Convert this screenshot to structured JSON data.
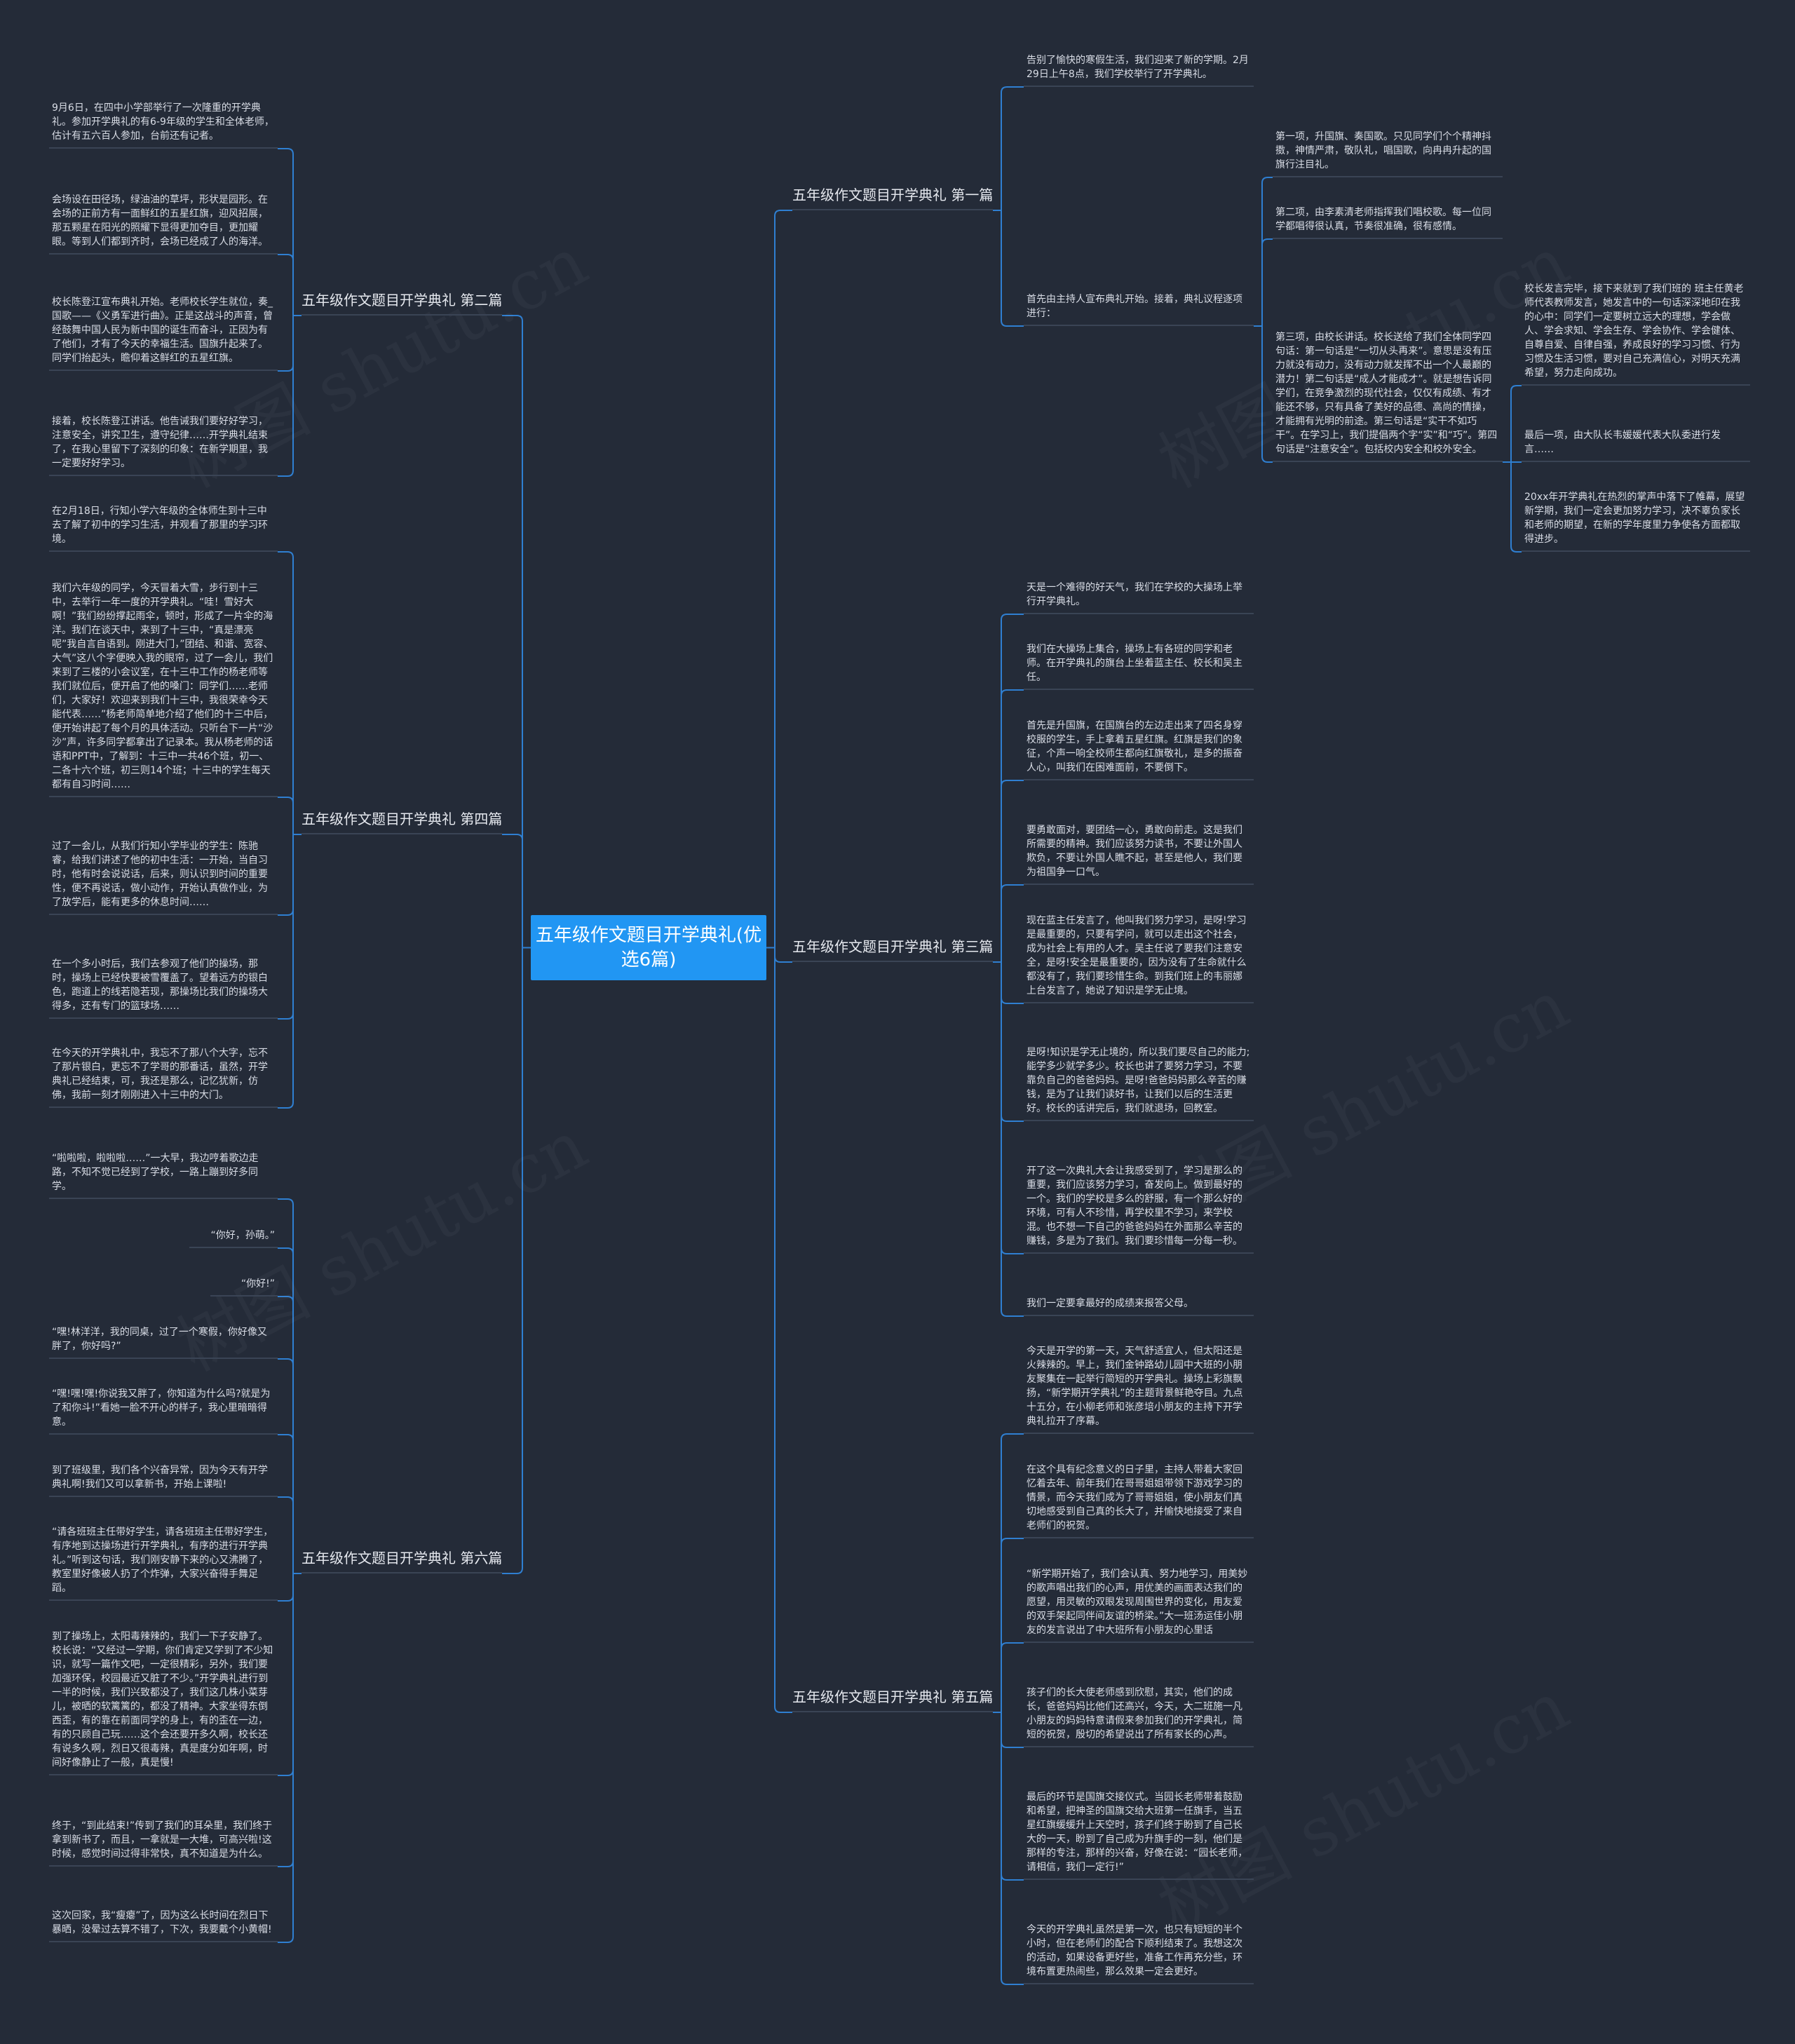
{
  "root": {
    "title": "五年级作文题目开学典礼(优选6篇)"
  },
  "branches": {
    "b1": {
      "title": "五年级作文题目开学典礼 第一篇"
    },
    "b2": {
      "title": "五年级作文题目开学典礼 第二篇"
    },
    "b3": {
      "title": "五年级作文题目开学典礼 第三篇"
    },
    "b4": {
      "title": "五年级作文题目开学典礼 第四篇"
    },
    "b5": {
      "title": "五年级作文题目开学典礼 第五篇"
    },
    "b6": {
      "title": "五年级作文题目开学典礼 第六篇"
    }
  },
  "leaves": {
    "b1_l1": "告别了愉快的寒假生活，我们迎来了新的学期。2月29日上午8点，我们学校举行了开学典礼。",
    "b1_l2": "首先由主持人宣布典礼开始。接着，典礼议程逐项进行：",
    "b1_l2_s1": "第一项，升国旗、奏国歌。只见同学们个个精神抖擞，神情严肃，敬队礼，唱国歌，向冉冉升起的国旗行注目礼。",
    "b1_l2_s2": "第二项，由李素清老师指挥我们唱校歌。每一位同学都唱得很认真，节奏很准确，很有感情。",
    "b1_l2_s3": "第三项，由校长讲话。校长送给了我们全体同学四句话：第一句话是“一切从头再来”。意思是没有压力就没有动力，没有动力就发挥不出一个人最巅的潜力！第二句话是“成人才能成才”。就是想告诉同学们，在竞争激烈的现代社会，仅仅有成绩、有才能还不够，只有具备了美好的品德、高尚的情操，才能拥有光明的前途。第三句话是“实干不如巧干”。在学习上，我们提倡两个字“实”和“巧”。第四句话是“注意安全”。包括校内安全和校外安全。",
    "b1_l3_s1": "校长发言完毕，接下来就到了我们班的 班主任黄老师代表教师发言，她发言中的一句话深深地印在我的心中：同学们一定要树立远大的理想，学会做人、学会求知、学会生存、学会协作、学会健体、自尊自爱、自律自强，养成良好的学习习惯、行为习惯及生活习惯，要对自己充满信心，对明天充满希望，努力走向成功。",
    "b1_l3_s2": "最后一项，由大队长韦媛媛代表大队委进行发言……",
    "b1_l3_s3": "20xx年开学典礼在热烈的掌声中落下了帷幕，展望新学期，我们一定会更加努力学习，决不辜负家长和老师的期望，在新的学年度里力争使各方面都取得进步。",
    "b2_l1": "9月6日，在四中小学部举行了一次隆重的开学典礼。参加开学典礼的有6-9年级的学生和全体老师，估计有五六百人参加，台前还有记者。",
    "b2_l2": "会场设在田径场，绿油油的草坪，形状是园形。在会场的正前方有一面鲜红的五星红旗，迎风招展，那五颗星在阳光的照耀下显得更加夺目，更加耀眼。等到人们都到齐时，会场已经成了人的海洋。",
    "b2_l3": "校长陈登江宣布典礼开始。老师校长学生就位，奏_国歌——《义勇军进行曲》。正是这战斗的声音，曾经鼓舞中国人民为新中国的诞生而奋斗，正因为有了他们，才有了今天的幸福生活。国旗升起来了。同学们抬起头，瞻仰着这鲜红的五星红旗。",
    "b2_l4": "接着，校长陈登江讲话。他告诫我们要好好学习，注意安全，讲究卫生，遵守纪律……开学典礼结束了，在我心里留下了深刻的印象：在新学期里，我一定要好好学习。",
    "b3_l1": "天是一个难得的好天气，我们在学校的大操场上举行开学典礼。",
    "b3_l2": "我们在大操场上集合，操场上有各班的同学和老师。在开学典礼的旗台上坐着蓝主任、校长和吴主任。",
    "b3_l3": "首先是升国旗，在国旗台的左边走出来了四名身穿校服的学生，手上拿着五星红旗。红旗是我们的象征，个声一响全校师生都向红旗敬礼，是多的振奋人心，叫我们在困难面前，不要倒下。",
    "b3_l4": "要勇敢面对，要团结一心，勇敢向前走。这是我们所需要的精神。我们应该努力读书，不要让外国人欺负，不要让外国人瞧不起，甚至是他人，我们要为祖国争一口气。",
    "b3_l5": "现在蓝主任发言了，他叫我们努力学习，是呀!学习是最重要的，只要有学问，就可以走出这个社会，成为社会上有用的人才。吴主任说了要我们注意安全，是呀!安全是最重要的，因为没有了生命就什么都没有了，我们要珍惜生命。到我们班上的韦丽娜上台发言了，她说了知识是学无止境。",
    "b3_l6": "是呀!知识是学无止境的，所以我们要尽自己的能力;能学多少就学多少。校长也讲了要努力学习，不要靠负自己的爸爸妈妈。是呀!爸爸妈妈那么辛苦的赚钱，是为了让我们读好书，让我们以后的生活更好。校长的话讲完后，我们就退场，回教室。",
    "b3_l7": "开了这一次典礼大会让我感受到了，学习是那么的重要，我们应该努力学习，奋发向上。做到最好的一个。我们的学校是多么的舒服，有一个那么好的环境，可有人不珍惜，再学校里不学习，来学校混。也不想一下自己的爸爸妈妈在外面那么辛苦的赚钱，多是为了我们。我们要珍惜每一分每一秒。",
    "b3_l8": "我们一定要拿最好的成绩来报答父母。",
    "b4_l1": "在2月18日，行知小学六年级的全体师生到十三中去了解了初中的学习生活，并观看了那里的学习环境。",
    "b4_l2": "我们六年级的同学，今天冒着大雪，步行到十三中，去举行一年一度的开学典礼。“哇！雪好大啊！”我们纷纷撑起雨伞，顿时，形成了一片伞的海洋。我们在谈天中，来到了十三中，“真是漂亮呢”我自言自语到。刚进大门，”团结、和谐、宽容、大气”这八个字便映入我的眼帘，过了一会儿，我们来到了三楼的小会议室，在十三中工作的杨老师等我们就位后，便开启了他的嗓门：同学们……老师们，大家好！欢迎来到我们十三中，我很荣幸今天能代表……”杨老师简单地介绍了他们的十三中后，便开始讲起了每个月的具体活动。只听台下一片“沙沙”声，许多同学都拿出了记录本。我从杨老师的话语和PPT中，了解到：十三中一共46个班，初一、二各十六个班，初三则14个班；十三中的学生每天都有自习时间……",
    "b4_l3": "过了一会儿，从我们行知小学毕业的学生：陈驰睿，给我们讲述了他的初中生活：一开始，当自习时，他有时会说说话，后来，则认识到时间的重要性，便不再说话，做小动作，开始认真做作业，为了放学后，能有更多的休息时间……",
    "b4_l4": "在一个多小时后，我们去参观了他们的操场，那时，操场上已经快要被雪覆盖了。望着远方的银白色，跑道上的线若隐若现，那操场比我们的操场大得多，还有专门的篮球场……",
    "b4_l5": "在今天的开学典礼中，我忘不了那八个大字，忘不了那片银白，更忘不了学哥的那番话，虽然，开学典礼已经结束，可，我还是那么，记忆犹新，仿佛，我前一刻才刚刚进入十三中的大门。",
    "b5_l1": "今天是开学的第一天，天气舒适宜人，但太阳还是火辣辣的。早上，我们金钟路幼儿园中大班的小朋友聚集在一起举行简短的开学典礼。操场上彩旗飘扬，“新学期开学典礼”的主题背景鲜艳夺目。九点十五分，在小柳老师和张彦培小朋友的主持下开学典礼拉开了序幕。",
    "b5_l2": "在这个具有纪念意义的日子里，主持人带着大家回忆着去年、前年我们在哥哥姐姐带领下游戏学习的情景，而今天我们成为了哥哥姐姐，使小朋友们真切地感受到自己真的长大了，并愉快地接受了来自老师们的祝贺。",
    "b5_l3": "“新学期开始了，我们会认真、努力地学习，用美妙的歌声唱出我们的心声，用优美的画面表达我们的愿望，用灵敏的双眼发现周围世界的变化，用友爱的双手架起同伴间友谊的桥梁。”大一班汤运佳小朋友的发言说出了中大班所有小朋友的心里话",
    "b5_l4": "孩子们的长大使老师感到欣慰，其实，他们的成长，爸爸妈妈比他们还高兴，今天，大二班施一凡小朋友的妈妈特意请假来参加我们的开学典礼，简短的祝贺，殷切的希望说出了所有家长的心声。",
    "b5_l5": "最后的环节是国旗交接仪式。当园长老师带着鼓励和希望，把神圣的国旗交给大班第一任旗手，当五星红旗缓缓升上天空时，孩子们终于盼到了自己长大的一天，盼到了自己成为升旗手的一刻，他们是那样的专注，那样的兴奋，好像在说：“园长老师，请相信，我们一定行!”",
    "b5_l6": "今天的开学典礼虽然是第一次，也只有短短的半个小时，但在老师们的配合下顺利结束了。我想这次的活动，如果设备更好些，准备工作再充分些，环境布置更热闹些，那么效果一定会更好。",
    "b6_l1": "“啦啦啦，啦啦啦……”一大早，我边哼着歌边走路，不知不觉已经到了学校，一路上蹦到好多同学。",
    "b6_l2": "“你好，孙萌。”",
    "b6_l3": "“你好!”",
    "b6_l4": "“嘿!林洋洋，我的同桌，过了一个寒假，你好像又胖了，你好吗?”",
    "b6_l5": "“嘿!嘿!嘿!你说我又胖了，你知道为什么吗?就是为了和你斗!”看她一脸不开心的样子，我心里暗暗得意。",
    "b6_l6": "到了班级里，我们各个兴奋异常，因为今天有开学典礼啊!我们又可以拿新书，开始上课啦!",
    "b6_l7": "“请各班班主任带好学生，请各班班主任带好学生，有序地到达操场进行开学典礼，有序的进行开学典礼。”听到这句话，我们刚安静下来的心又沸腾了，教室里好像被人扔了个炸弹，大家兴奋得手舞足蹈。",
    "b6_l8": "到了操场上，太阳毒辣辣的，我们一下子安静了。校长说：“又经过一学期，你们肯定又学到了不少知识，就写一篇作文吧，一定很精彩，另外，我们要加强环保，校园最近又脏了不少。”开学典礼进行到一半的时候，我们兴致都没了，我们这几株小菜芽儿，被晒的软篱篱的，都没了精神。大家坐得东倒西歪，有的靠在前面同学的身上，有的歪在一边，有的只顾自己玩……这个会还要开多久啊，校长还有说多久啊，烈日又很毒辣，真是度分如年啊，时间好像静止了一般，真是慢!",
    "b6_l9": "终于，“到此结束!”传到了我们的耳朵里，我们终于拿到新书了，而且，一拿就是一大堆，可高兴啦!这时候，感觉时间过得非常快，真不知道是为什么。",
    "b6_l10": "这次回家，我“瘦瘪”了，因为这么长时间在烈日下暴晒，没晕过去算不错了，下次，我要戴个小黄帽!"
  },
  "watermark": "树图 shutu.cn",
  "colors": {
    "background": "#242b38",
    "root": "#2196f3",
    "connector": "#2f7fd1",
    "text": "#d9dde6"
  }
}
